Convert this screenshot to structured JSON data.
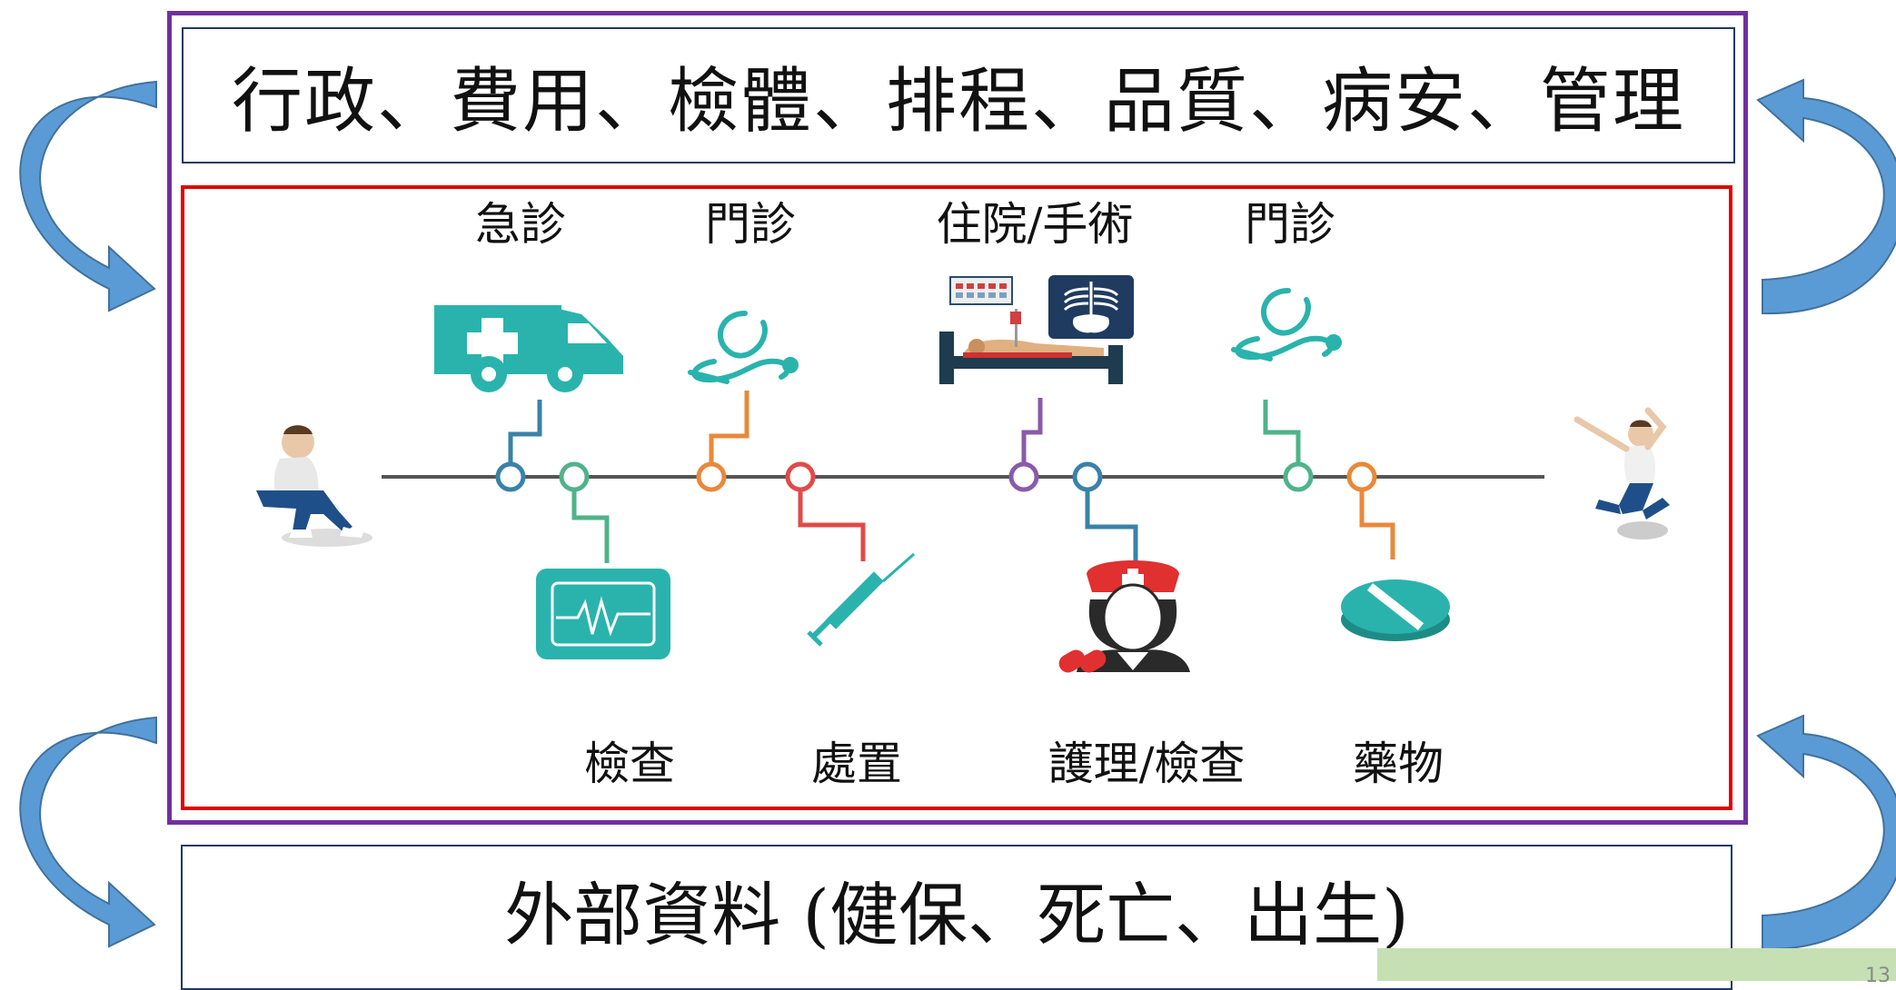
{
  "header": {
    "text": "行政、費用、檢體、排程、品質、病安、管理"
  },
  "footer": {
    "text": "外部資料 (健保、死亡、出生)"
  },
  "timeline": {
    "top_labels": [
      "急診",
      "門診",
      "住院/手術",
      "門診"
    ],
    "bottom_labels": [
      "檢查",
      "處置",
      "護理/檢查",
      "藥物"
    ]
  },
  "page_number": "13",
  "colors": {
    "outer_border": "#7030a0",
    "inner_border": "#e00000",
    "box_border": "#1f3864",
    "arrow": "#5b9bd5",
    "icon_teal": "#2ab3ad",
    "timeline_line": "#555555",
    "node_blue": "#3a82a8",
    "node_green": "#4fb38a",
    "node_orange": "#e8893a",
    "node_red": "#e04a4a",
    "node_purple": "#8a5aa8",
    "page_bar": "#c6e0b4"
  },
  "icons": [
    "ambulance-icon",
    "stethoscope-icon",
    "hospital-bed-icon",
    "xray-icon",
    "stethoscope-icon",
    "ecg-monitor-icon",
    "syringe-icon",
    "nurse-icon",
    "pill-icon",
    "seated-patient-icon",
    "jumping-person-icon"
  ]
}
